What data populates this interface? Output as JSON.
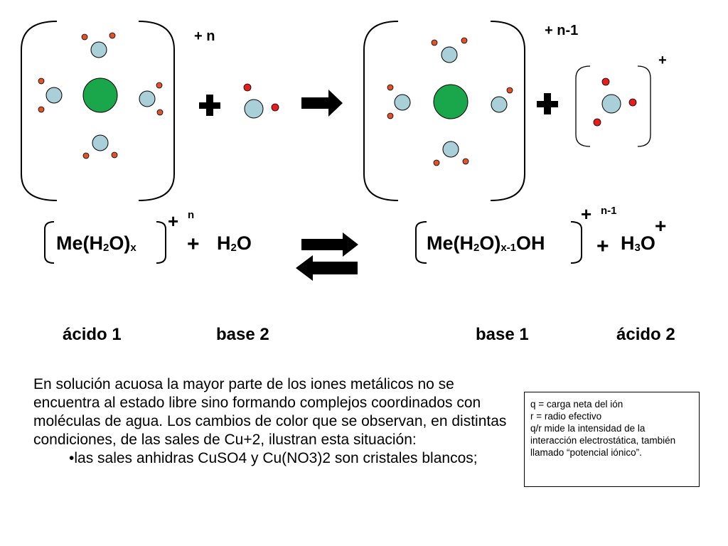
{
  "top_diagram": {
    "complex_left_charge": "+ n",
    "complex_right_charge": "+ n-1",
    "hydronium_charge": "+"
  },
  "equation": {
    "left_complex": {
      "main": "Me(H",
      "sub1": "2",
      "mid": "O)",
      "sub2": "x",
      "charge_sign": "+",
      "charge_exp": "n"
    },
    "plus1": "+",
    "water": {
      "a": "H",
      "sub": "2",
      "b": "O"
    },
    "right_complex": {
      "main": "Me(H",
      "sub1": "2",
      "mid": "O)",
      "sub2": "x-1",
      "tail": "OH",
      "charge_sign": "+",
      "charge_exp": "n-1"
    },
    "plus2": "+",
    "hydronium": {
      "a": "H",
      "sub": "3",
      "b": "O",
      "charge": "+"
    }
  },
  "roles": {
    "acid1": "ácido 1",
    "base2": "base 2",
    "base1": "base 1",
    "acid2": "ácido 2"
  },
  "paragraph": {
    "main": "En solución acuosa la mayor parte de los iones metálicos no se encuentra al estado libre sino formando complejos coordinados con moléculas de agua. Los cambios de color que se observan, en distintas condiciones, de las sales de Cu+2, ilustran esta situación:",
    "bullet": "•las sales anhidras CuSO4 y Cu(NO3)2 son cristales blancos;"
  },
  "note_box": {
    "text": "q = carga neta del ión\nr = radio efectivo\nq/r mide la intensidad de la interacción electrostática, también llamado “potencial iónico”."
  },
  "colors": {
    "metal": "#1aa64a",
    "oxygen": "#a9d0d9",
    "hydrogen_complex": "#e0522a",
    "hydrogen_free": "#e51d1d",
    "outline": "#000000"
  }
}
